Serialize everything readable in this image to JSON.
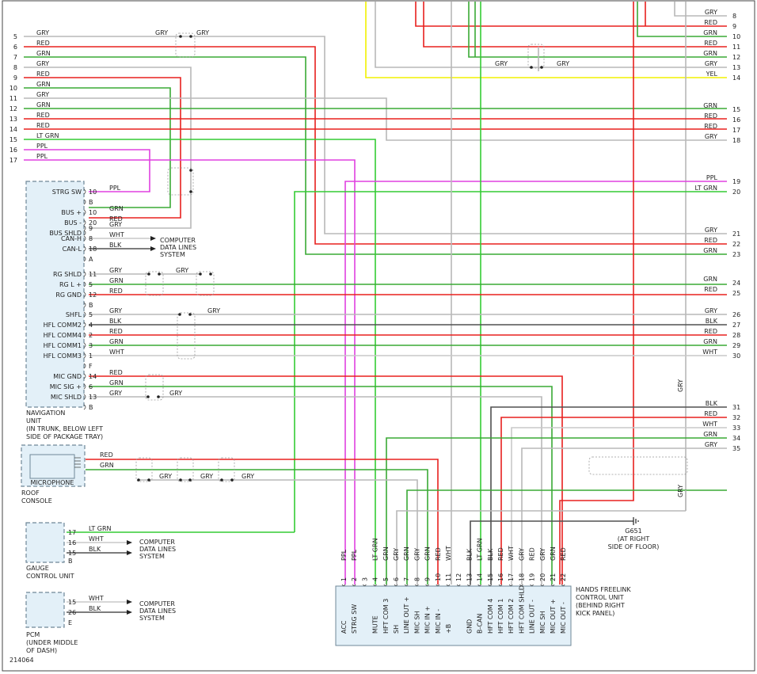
{
  "diagram_id": "214064",
  "colors": {
    "GRY": "#b8b8b8",
    "RED": "#e8201e",
    "GRN": "#3aaa35",
    "LT GRN": "#33cc33",
    "PPL": "#e040e0",
    "YEL": "#f2f200",
    "BLK": "#505050",
    "WHT": "#c8c8c8",
    "frame": "#444444"
  },
  "left_wires": [
    {
      "n": "5",
      "c": "GRY"
    },
    {
      "n": "6",
      "c": "RED"
    },
    {
      "n": "7",
      "c": "GRN"
    },
    {
      "n": "8",
      "c": "GRY"
    },
    {
      "n": "9",
      "c": "RED"
    },
    {
      "n": "10",
      "c": "GRN"
    },
    {
      "n": "11",
      "c": "GRY"
    },
    {
      "n": "12",
      "c": "GRN"
    },
    {
      "n": "13",
      "c": "RED"
    },
    {
      "n": "14",
      "c": "RED"
    },
    {
      "n": "15",
      "c": "LT GRN"
    },
    {
      "n": "16",
      "c": "PPL"
    },
    {
      "n": "17",
      "c": "PPL"
    }
  ],
  "right_wires": [
    {
      "n": "8",
      "c": "GRY"
    },
    {
      "n": "9",
      "c": "RED"
    },
    {
      "n": "10",
      "c": "GRN"
    },
    {
      "n": "11",
      "c": "RED"
    },
    {
      "n": "12",
      "c": "GRN"
    },
    {
      "n": "13",
      "c": "GRY"
    },
    {
      "n": "14",
      "c": "YEL"
    },
    {
      "n": "15",
      "c": "GRN"
    },
    {
      "n": "16",
      "c": "RED"
    },
    {
      "n": "17",
      "c": "RED"
    },
    {
      "n": "18",
      "c": "GRY"
    },
    {
      "n": "19",
      "c": "PPL"
    },
    {
      "n": "20",
      "c": "LT GRN"
    },
    {
      "n": "21",
      "c": "GRY"
    },
    {
      "n": "22",
      "c": "RED"
    },
    {
      "n": "23",
      "c": "GRN"
    },
    {
      "n": "24",
      "c": "GRN"
    },
    {
      "n": "25",
      "c": "RED"
    },
    {
      "n": "26",
      "c": "GRY"
    },
    {
      "n": "27",
      "c": "BLK"
    },
    {
      "n": "28",
      "c": "RED"
    },
    {
      "n": "29",
      "c": "GRN"
    },
    {
      "n": "30",
      "c": "WHT"
    },
    {
      "n": "31",
      "c": "BLK"
    },
    {
      "n": "32",
      "c": "RED"
    },
    {
      "n": "33",
      "c": "WHT"
    },
    {
      "n": "34",
      "c": "GRN"
    },
    {
      "n": "35",
      "c": "GRY"
    }
  ],
  "nav_pins": [
    {
      "label": "STRG SW",
      "pin": "10",
      "c": "PPL"
    },
    {
      "label": "",
      "pin": "B",
      "c": ""
    },
    {
      "label": "BUS +",
      "pin": "10",
      "c": "GRN"
    },
    {
      "label": "BUS -",
      "pin": "20",
      "c": "RED"
    },
    {
      "label": "",
      "pin": "9",
      "c": "GRY"
    },
    {
      "label": "BUS SHLD",
      "pin": "",
      "c": ""
    },
    {
      "label": "CAN-H",
      "pin": "8",
      "c": "WHT"
    },
    {
      "label": "CAN-L",
      "pin": "18",
      "c": "BLK"
    },
    {
      "label": "",
      "pin": "A",
      "c": ""
    },
    {
      "label": "RG SHLD",
      "pin": "11",
      "c": "GRY"
    },
    {
      "label": "RG L +",
      "pin": "5",
      "c": "GRN"
    },
    {
      "label": "RG GND",
      "pin": "12",
      "c": "RED"
    },
    {
      "label": "",
      "pin": "B",
      "c": ""
    },
    {
      "label": "SHFL",
      "pin": "5",
      "c": "GRY"
    },
    {
      "label": "HFL COMM2",
      "pin": "4",
      "c": "BLK"
    },
    {
      "label": "HFL COMM4",
      "pin": "2",
      "c": "RED"
    },
    {
      "label": "HFL COMM1",
      "pin": "3",
      "c": "GRN"
    },
    {
      "label": "HFL COMM3",
      "pin": "1",
      "c": "WHT"
    },
    {
      "label": "",
      "pin": "F",
      "c": ""
    },
    {
      "label": "MIC GND",
      "pin": "14",
      "c": "RED"
    },
    {
      "label": "MIC SIG +",
      "pin": "6",
      "c": "GRN"
    },
    {
      "label": "MIC SHLD",
      "pin": "13",
      "c": "GRY"
    },
    {
      "label": "",
      "pin": "B",
      "c": ""
    }
  ],
  "nav_unit": {
    "title": "NAVIGATION",
    "lines": [
      "UNIT",
      "(IN TRUNK, BELOW LEFT",
      "SIDE OF PACKAGE TRAY)"
    ]
  },
  "computer_data": [
    "COMPUTER",
    "DATA LINES",
    "SYSTEM"
  ],
  "microphone": {
    "label": "MICROPHONE",
    "location": [
      "ROOF",
      "CONSOLE"
    ],
    "wires": [
      {
        "c": "RED"
      },
      {
        "c": "GRN"
      }
    ]
  },
  "gauge": {
    "lines": [
      "GAUGE",
      "CONTROL UNIT"
    ],
    "pins": [
      {
        "pin": "17",
        "c": "LT GRN"
      },
      {
        "pin": "16",
        "c": "WHT"
      },
      {
        "pin": "15",
        "c": "BLK"
      },
      {
        "pin": "B",
        "c": ""
      }
    ]
  },
  "pcm": {
    "lines": [
      "PCM",
      "(UNDER MIDDLE",
      "OF DASH)"
    ],
    "pins": [
      {
        "pin": "15",
        "c": "WHT"
      },
      {
        "pin": "26",
        "c": "BLK"
      },
      {
        "pin": "E",
        "c": ""
      }
    ]
  },
  "hfl": {
    "lines": [
      "HANDS FREELINK",
      "CONTROL UNIT",
      "(BEHIND RIGHT",
      "KICK PANEL)"
    ],
    "pins": [
      {
        "n": "1",
        "c": "PPL",
        "label": "ACC"
      },
      {
        "n": "2",
        "c": "PPL",
        "label": "STRG SW"
      },
      {
        "n": "3",
        "c": "",
        "label": ""
      },
      {
        "n": "4",
        "c": "LT GRN",
        "label": "MUTE"
      },
      {
        "n": "5",
        "c": "GRN",
        "label": "HFT COM 3"
      },
      {
        "n": "6",
        "c": "GRY",
        "label": "SH"
      },
      {
        "n": "7",
        "c": "GRN",
        "label": "LINE OUT +"
      },
      {
        "n": "8",
        "c": "GRY",
        "label": "MIC SH"
      },
      {
        "n": "9",
        "c": "GRN",
        "label": "MIC IN +"
      },
      {
        "n": "10",
        "c": "RED",
        "label": "MIC IN -"
      },
      {
        "n": "11",
        "c": "WHT",
        "label": "+B"
      },
      {
        "n": "12",
        "c": "",
        "label": ""
      },
      {
        "n": "13",
        "c": "BLK",
        "label": "GND"
      },
      {
        "n": "14",
        "c": "LT GRN",
        "label": "B-CAN"
      },
      {
        "n": "15",
        "c": "BLK",
        "label": "HFT COM 4"
      },
      {
        "n": "16",
        "c": "RED",
        "label": "HFT COM 1"
      },
      {
        "n": "17",
        "c": "WHT",
        "label": "HFT COM 2"
      },
      {
        "n": "18",
        "c": "GRY",
        "label": "HFT COM SHLD"
      },
      {
        "n": "19",
        "c": "RED",
        "label": "LINE OUT -"
      },
      {
        "n": "20",
        "c": "GRY",
        "label": "MIC SH"
      },
      {
        "n": "21",
        "c": "GRN",
        "label": "MIC OUT +"
      },
      {
        "n": "22",
        "c": "RED",
        "label": "MIC OUT -"
      }
    ]
  },
  "ground": {
    "id": "G651",
    "lines": [
      "(AT RIGHT",
      "SIDE OF FLOOR)"
    ]
  },
  "splice_labels": {
    "gry": "GRY",
    "blk": "BLK"
  }
}
